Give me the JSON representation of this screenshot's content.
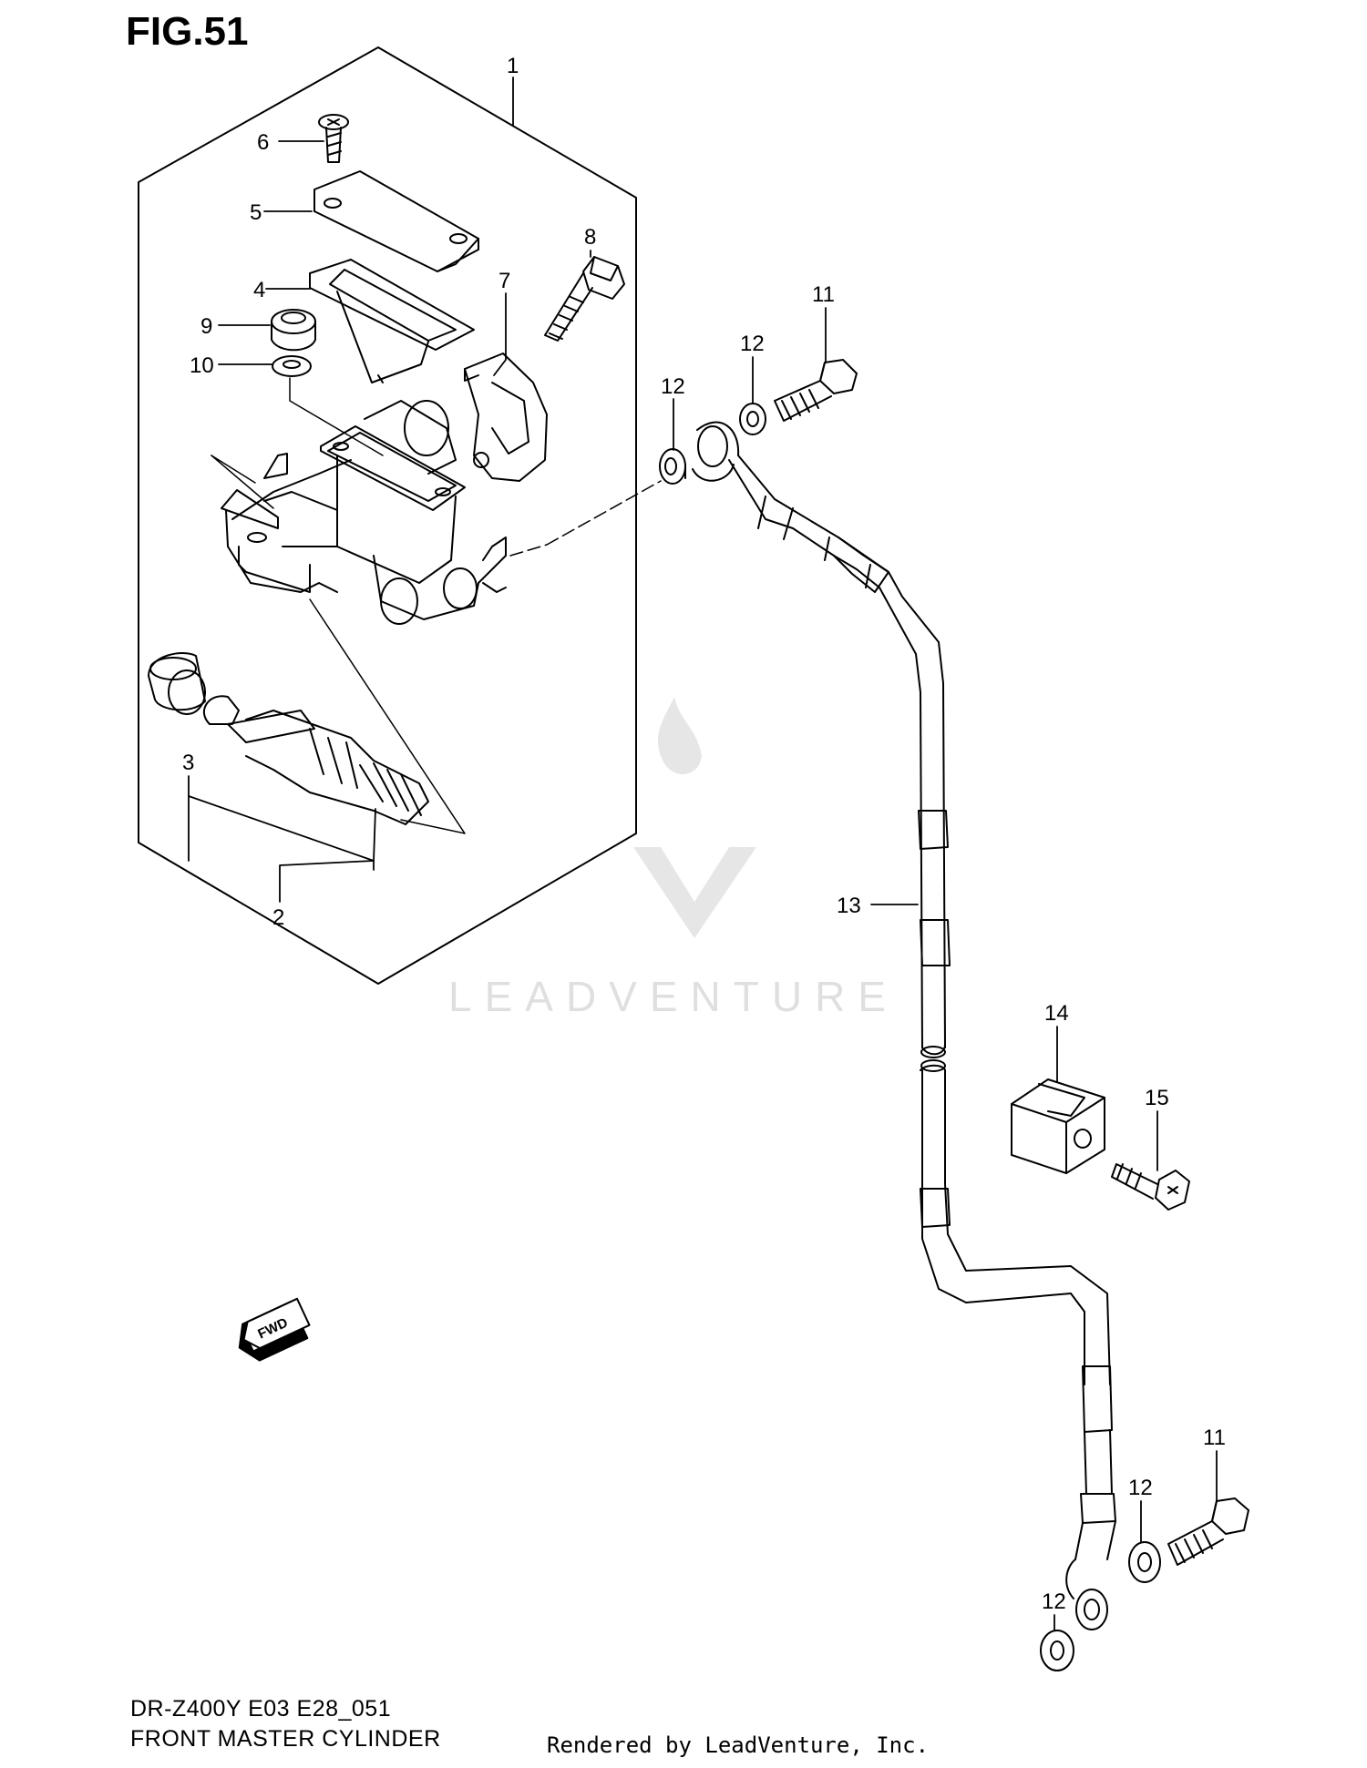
{
  "figure": {
    "title": "FIG.51",
    "model": "DR-Z400Y E03 E28_051",
    "section": "FRONT MASTER CYLINDER",
    "rendered_by": "Rendered by LeadVenture, Inc."
  },
  "watermark": {
    "text": "LEADVENTURE",
    "color": "#d9d9d9"
  },
  "fwd_label": "FWD",
  "callouts": [
    {
      "id": "c1",
      "label": "1"
    },
    {
      "id": "c6",
      "label": "6"
    },
    {
      "id": "c5",
      "label": "5"
    },
    {
      "id": "c8",
      "label": "8"
    },
    {
      "id": "c4",
      "label": "4"
    },
    {
      "id": "c7",
      "label": "7"
    },
    {
      "id": "c9",
      "label": "9"
    },
    {
      "id": "c10",
      "label": "10"
    },
    {
      "id": "c11a",
      "label": "11"
    },
    {
      "id": "c12a",
      "label": "12"
    },
    {
      "id": "c12b",
      "label": "12"
    },
    {
      "id": "c3",
      "label": "3"
    },
    {
      "id": "c2",
      "label": "2"
    },
    {
      "id": "c13",
      "label": "13"
    },
    {
      "id": "c14",
      "label": "14"
    },
    {
      "id": "c15",
      "label": "15"
    },
    {
      "id": "c11b",
      "label": "11"
    },
    {
      "id": "c12c",
      "label": "12"
    },
    {
      "id": "c12d",
      "label": "12"
    }
  ],
  "colors": {
    "line": "#000000",
    "background": "#ffffff"
  }
}
